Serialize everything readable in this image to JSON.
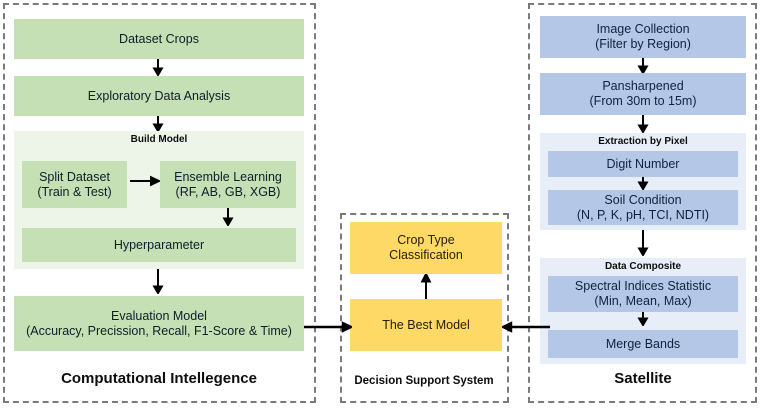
{
  "colors": {
    "green_box": "#c5e0b4",
    "blue_box": "#b4c7e7",
    "orange_box": "#ffd966",
    "green_group": "#edf4e8",
    "blue_group": "#e8eef8",
    "dashed_border": "#7a7a7a",
    "background": "#ffffff",
    "text": "#101c2b"
  },
  "panels": {
    "left": {
      "title": "Computational Intellegence"
    },
    "middle": {
      "title": "Decision Support System"
    },
    "right": {
      "title": "Satellite"
    }
  },
  "left_panel": {
    "dataset_crops": {
      "line1": "Dataset Crops"
    },
    "eda": {
      "line1": "Exploratory Data Analysis"
    },
    "build_model": {
      "group_label": "Build Model"
    },
    "split_dataset": {
      "line1": "Split Dataset",
      "line2": "(Train & Test)"
    },
    "ensemble_learning": {
      "line1": "Ensemble Learning",
      "line2": "(RF, AB, GB, XGB)"
    },
    "hyperparameter": {
      "line1": "Hyperparameter"
    },
    "evaluation_model": {
      "line1": "Evaluation Model",
      "line2": "(Accuracy, Precission, Recall, F1-Score & Time)"
    }
  },
  "middle_panel": {
    "crop_type": {
      "line1": "Crop Type",
      "line2": "Classification"
    },
    "best_model": {
      "line1": "The Best Model"
    }
  },
  "right_panel": {
    "image_collection": {
      "line1": "Image Collection",
      "line2": "(Filter by Region)"
    },
    "pansharpened": {
      "line1": "Pansharpened",
      "line2": "(From 30m to 15m)"
    },
    "extraction_by_pixel": {
      "group_label": "Extraction by Pixel"
    },
    "digit_number": {
      "line1": "Digit Number"
    },
    "soil_condition": {
      "line1": "Soil Condition",
      "line2": "(N, P, K, pH, TCI, NDTI)"
    },
    "data_composite": {
      "group_label": "Data Composite"
    },
    "spectral_indices": {
      "line1": "Spectral Indices Statistic",
      "line2": "(Min, Mean, Max)"
    },
    "merge_bands": {
      "line1": "Merge Bands"
    }
  },
  "arrows": {
    "down_icon": "arrow-down-icon",
    "right_icon": "arrow-right-icon",
    "left_icon": "arrow-left-icon",
    "up_icon": "arrow-up-icon"
  }
}
